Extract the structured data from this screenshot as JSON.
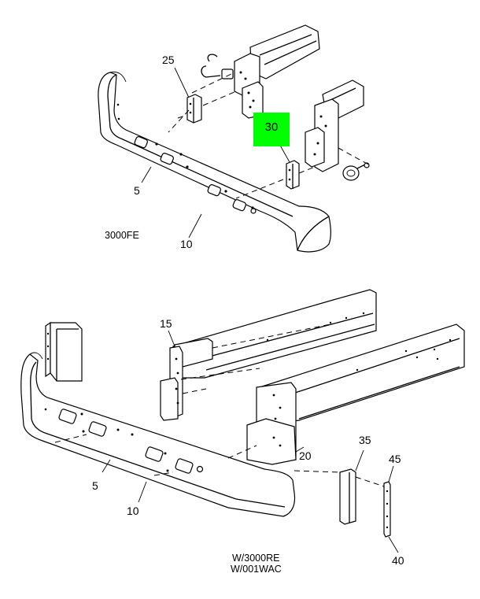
{
  "callouts": {
    "top": {
      "c25": "25",
      "c30": "30",
      "c5": "5",
      "c10": "10"
    },
    "bottom": {
      "c15": "15",
      "c20": "20",
      "c5": "5",
      "c10": "10",
      "c35": "35",
      "c45": "45",
      "c40": "40"
    }
  },
  "captions": {
    "top_model": "3000FE",
    "bottom_line1": "W/3000RE",
    "bottom_line2": "W/001WAC"
  },
  "colors": {
    "highlight": "#00ff00",
    "line": "#000000",
    "background": "#ffffff"
  }
}
